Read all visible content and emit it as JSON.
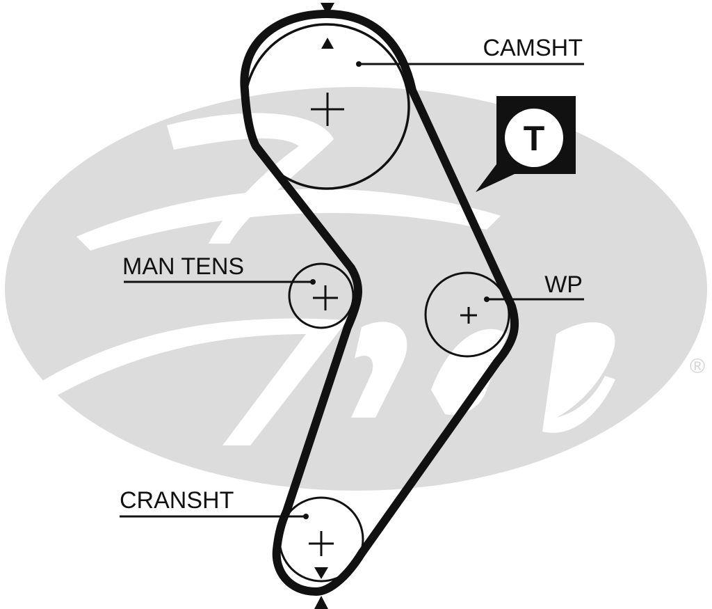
{
  "diagram": {
    "type": "timing-belt-routing",
    "brand_watermark": {
      "text": "Gates",
      "registered_mark": "®",
      "color": "#dcdcdc"
    },
    "colors": {
      "belt": "#111111",
      "pulley_outline": "#111111",
      "background": "#ffffff"
    },
    "labels": {
      "camshaft": "CAMSHT",
      "manual_tensioner": "MAN TENS",
      "water_pump": "WP",
      "crankshaft": "CRANSHT"
    },
    "tensioner_badge": {
      "letter": "T",
      "icon": "tensioner-callout-icon"
    },
    "timing_marks": {
      "camshaft": "aligned-triangles",
      "crankshaft": "aligned-triangles"
    }
  }
}
